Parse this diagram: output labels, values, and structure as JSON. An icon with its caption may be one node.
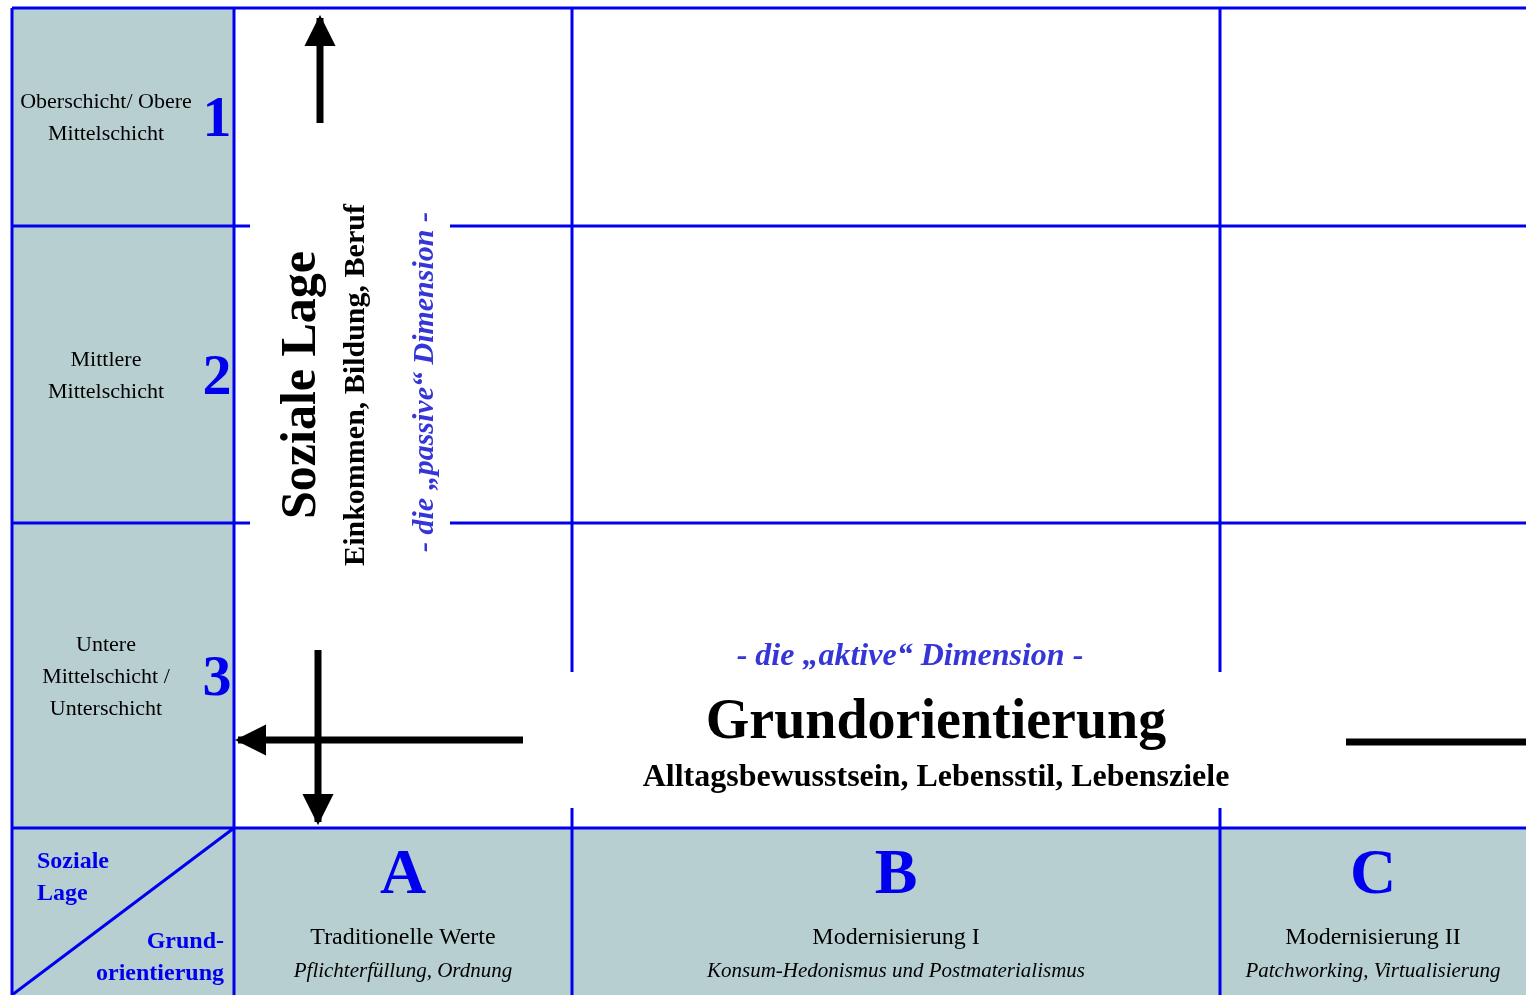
{
  "diagram": {
    "nodes": [
      {
        "text": [
          "Oberschicht/ Obere Mittelschicht",
          "1"
        ]
      },
      {
        "text": [
          "Mittlere Mittelschicht",
          "2"
        ]
      },
      {
        "text": [
          "Untere Mittelschicht / Unterschicht",
          "3"
        ]
      },
      {
        "text": [
          "Soziale Lage",
          "Grund- orientierung"
        ]
      },
      {
        "text": [
          "A",
          "Traditionelle Werte",
          "Pflichterfüllung, Ordnung"
        ]
      },
      {
        "text": [
          "B",
          "Modernisierung I",
          "Konsum-Hedonismus und Postmaterialismus"
        ]
      },
      {
        "text": [
          "C",
          "Modernisierung II",
          "Patchworking, Virtualisierung"
        ]
      }
    ],
    "labels": [
      "Soziale Lage",
      "Einkommen, Bildung, Beruf",
      "- die „passive“ Dimension -",
      "- die „aktive“ Dimension -",
      "Grundorientierung",
      "Alltagsbewusstsein, Lebensstil, Lebensziele"
    ]
  }
}
